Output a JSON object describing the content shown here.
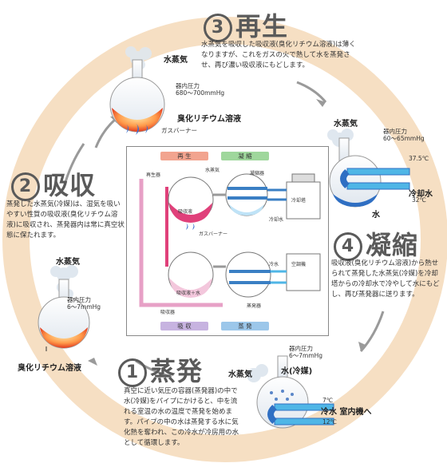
{
  "sections": {
    "regenerate": {
      "num": "3",
      "title": "再生",
      "desc": "水蒸気を吸収した吸収液(臭化リチウム溶液)は薄くなりますが、これをガスの火で熱して水を蒸発させ、再び濃い吸収液にもどします。"
    },
    "absorb": {
      "num": "2",
      "title": "吸収",
      "desc": "蒸発した水蒸気(冷媒)は、湿気を吸いやすい性質の吸収液(臭化リチウム溶液)に吸収され、蒸発器内は常に真空状態に保たれます。"
    },
    "condense": {
      "num": "4",
      "title": "凝縮",
      "desc": "吸収液(臭化リチウム溶液)から熱せられて蒸発した水蒸気(冷媒)を冷却塔からの冷却水で冷やして水にもどし、再び蒸発器に送ります。"
    },
    "evaporate": {
      "num": "1",
      "title": "蒸発",
      "desc": "真空に近い気圧の容器(蒸発器)の中で水(冷媒)をパイプにかけると、中を流れる室温の水の温度で蒸発を始めます。パイプの中の水は蒸発する水に気化熱を奪われ、この冷水が冷房用の水として循環します。"
    }
  },
  "flasks": {
    "regen": {
      "vapor": "水蒸気",
      "pressure_label": "器内圧力",
      "pressure": "680〜700mmHg",
      "liquid": "臭化リチウム溶液",
      "burner": "ガスバーナー"
    },
    "condense": {
      "vapor": "水蒸気",
      "pressure_label": "器内圧力",
      "pressure": "60〜65mmHg",
      "temp_out": "37.5℃",
      "coolant": "冷却水",
      "coolant_temp": "32℃",
      "water": "水"
    },
    "absorb": {
      "vapor": "水蒸気",
      "pressure_label": "器内圧力",
      "pressure": "6〜7mmHg",
      "liquid": "臭化リチウム溶液"
    },
    "evap": {
      "pressure_label": "器内圧力",
      "pressure": "6〜7mmHg",
      "vapor": "水蒸気",
      "water": "水(冷媒)",
      "temp_out": "7℃",
      "cold_water": "冷水 室内機へ",
      "temp_in": "12℃"
    }
  },
  "panel": {
    "tag_regen": "再 生",
    "tag_condense": "凝 縮",
    "tag_absorb": "吸 収",
    "tag_evap": "蒸 発",
    "regenerator": "再生器",
    "vapor": "水蒸気",
    "condenser": "凝縮器",
    "absorb_liquid": "吸収液",
    "gas_burner": "ガスバーナー",
    "cooling_tower": "冷却塔",
    "cooling_water": "冷却水",
    "cold_water": "冷水",
    "air_conditioner": "空調機",
    "absorb_water": "吸収液＋水",
    "absorber": "吸収器",
    "evaporator": "蒸発器"
  },
  "colors": {
    "ring": "#f6dfc3",
    "title": "#5a5a5a",
    "pink": "#e0407a",
    "blue": "#3a7fc4",
    "cyan": "#4fb6e6",
    "tag_red": "#f2a48f",
    "tag_green": "#9fd79c",
    "tag_purple": "#c7b3e0",
    "tag_blue": "#9cc7ea"
  }
}
